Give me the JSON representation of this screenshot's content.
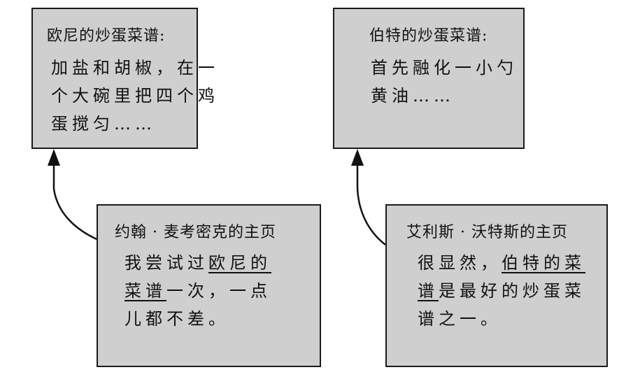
{
  "boxes": {
    "ernie": {
      "title": "欧尼的炒蛋菜谱:",
      "lines": [
        "加盐和胡椒，在一",
        "个大碗里把四个鸡",
        "蛋搅匀……"
      ]
    },
    "bert": {
      "title": "伯特的炒蛋菜谱:",
      "lines": [
        "首先融化一小勺",
        "黄油……"
      ]
    },
    "john": {
      "title": "约翰 · 麦考密克的主页",
      "line1_plain": "我尝试过",
      "line1_link": "欧尼的",
      "line2_link": "菜谱",
      "line2_plain": "一次，一点",
      "line3": "儿都不差。"
    },
    "alice": {
      "title": "艾利斯 · 沃特斯的主页",
      "line1_plain": "很显然，",
      "line1_link": "伯特的菜",
      "line2_link": "谱",
      "line2_plain": "是最好的炒蛋菜",
      "line3": "谱之一。"
    }
  }
}
